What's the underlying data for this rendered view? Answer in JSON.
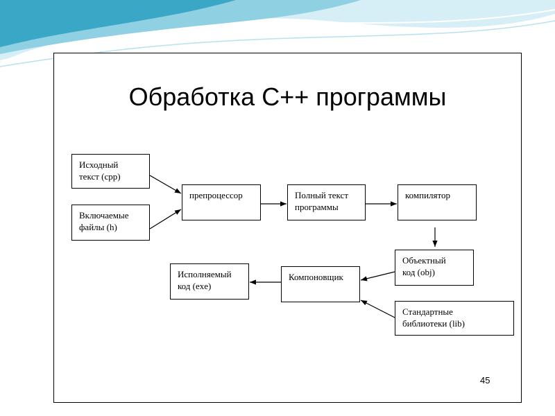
{
  "slide": {
    "title": "Обработка C++ программы",
    "page_number": "45"
  },
  "diagram": {
    "nodes": {
      "source": {
        "line1": "Исходный",
        "line2": "текст (cpp)"
      },
      "includes": {
        "line1": "Включаемые",
        "line2": "файлы (h)"
      },
      "preprocessor": {
        "line1": "препроцессор"
      },
      "full_text": {
        "line1": "Полный текст",
        "line2": "программы"
      },
      "compiler": {
        "line1": "компилятор"
      },
      "object": {
        "line1": "Объектный",
        "line2": "код  (obj)"
      },
      "linker": {
        "line1": "Компоновщик"
      },
      "executable": {
        "line1": "Исполняемый",
        "line2": "код  (exe)"
      },
      "stdlib": {
        "line1": "Стандартные",
        "line2": "библиотеки (lib)"
      }
    },
    "edges": [
      {
        "from": "source",
        "to": "preprocessor"
      },
      {
        "from": "includes",
        "to": "preprocessor"
      },
      {
        "from": "preprocessor",
        "to": "full_text"
      },
      {
        "from": "full_text",
        "to": "compiler"
      },
      {
        "from": "compiler",
        "to": "object"
      },
      {
        "from": "object",
        "to": "linker"
      },
      {
        "from": "stdlib",
        "to": "linker"
      },
      {
        "from": "linker",
        "to": "executable"
      }
    ]
  },
  "colors": {
    "wave_light": "#d6eef5",
    "wave_mid": "#8fd0e3",
    "wave_dark": "#3aa7c7"
  }
}
